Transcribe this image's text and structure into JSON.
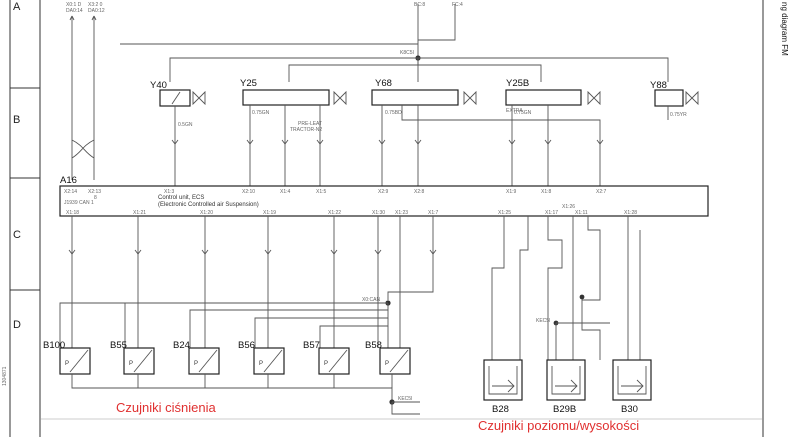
{
  "page": {
    "title_fragment": "ng diagram FM",
    "side_code": "1304871"
  },
  "rows": [
    "A",
    "B",
    "C",
    "D"
  ],
  "top_refs": [
    {
      "line1": "X0:1 D",
      "line2": "DA0:14"
    },
    {
      "line1": "X3:2 0",
      "line2": "DA0:12"
    },
    {
      "line1": "BC:8",
      "line2": ""
    },
    {
      "line1": "FC:4",
      "line2": ""
    }
  ],
  "valves": [
    {
      "id": "Y40",
      "wire": "0.5GN"
    },
    {
      "id": "Y25",
      "wire": "0.75GN"
    },
    {
      "id": "Y68",
      "wire": "0.75BD"
    },
    {
      "id": "Y25B",
      "wire": "0.75GN"
    },
    {
      "id": "Y88",
      "wire": "0.75YR"
    }
  ],
  "ecu": {
    "id": "A16",
    "line1": "Control unit, ECS",
    "line2": "(Electronic Controlled air Suspension)",
    "can": "J1939 CAN 1",
    "top_pins": [
      "X2:14",
      "X2:13",
      "X1:3",
      "X2:10",
      "X1:4",
      "X1:5",
      "X2:9",
      "X2:8",
      "X1:9",
      "X1:8",
      "X2:7"
    ],
    "bottom_pins": [
      "X1:18",
      "X1:21",
      "X1:20",
      "X1:19",
      "X1:22",
      "X1:30",
      "X1:23",
      "X1:7",
      "X1:25",
      "X1:17",
      "X1:11",
      "X1:28"
    ],
    "extra_pin": "X1:26",
    "extra_pin_b": "8"
  },
  "pressure_sensors": [
    {
      "id": "B100",
      "symbol": "P"
    },
    {
      "id": "B55",
      "symbol": "P"
    },
    {
      "id": "B24",
      "symbol": "P"
    },
    {
      "id": "B56",
      "symbol": "P"
    },
    {
      "id": "B57",
      "symbol": "P"
    },
    {
      "id": "B58",
      "symbol": "P"
    }
  ],
  "level_sensors": [
    {
      "id": "B28"
    },
    {
      "id": "B29B"
    },
    {
      "id": "B30"
    }
  ],
  "captions": {
    "pressure": "Czujniki ciśnienia",
    "level": "Czujniki poziomu/wysokości"
  },
  "splices": [
    "K8C5I",
    "X0:CAN",
    "KEC5I",
    "KEC5I"
  ],
  "labels_misc": {
    "pre_load": "PRE-LEAT",
    "tractor": "TRACTOR-N2",
    "extra": "EXTRA"
  },
  "colors": {
    "caption": "#e03030",
    "line": "#555555"
  }
}
